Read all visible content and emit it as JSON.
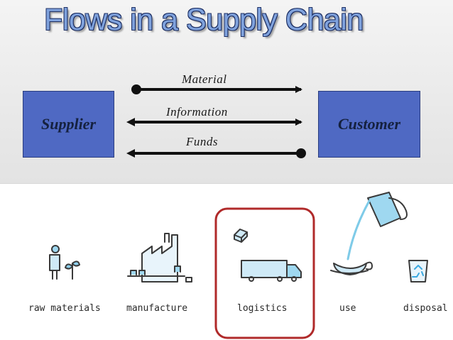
{
  "title": "Flows in a Supply Chain",
  "nodes": {
    "left": "Supplier",
    "right": "Customer"
  },
  "flows": [
    {
      "label": "Material",
      "direction": "supplier-to-customer"
    },
    {
      "label": "Information",
      "direction": "bidirectional"
    },
    {
      "label": "Funds",
      "direction": "customer-to-supplier"
    }
  ],
  "stages": [
    {
      "label": "raw materials",
      "icon": "plant-person-icon"
    },
    {
      "label": "manufacture",
      "icon": "factory-icon"
    },
    {
      "label": "logistics",
      "icon": "truck-icon",
      "highlighted": true
    },
    {
      "label": "use",
      "icon": "teapot-cup-icon"
    },
    {
      "label": "disposal",
      "icon": "recycle-bin-icon"
    }
  ],
  "colors": {
    "title": "#7fa2dd",
    "box": "#4f69c3",
    "highlight": "#b02a2a"
  }
}
